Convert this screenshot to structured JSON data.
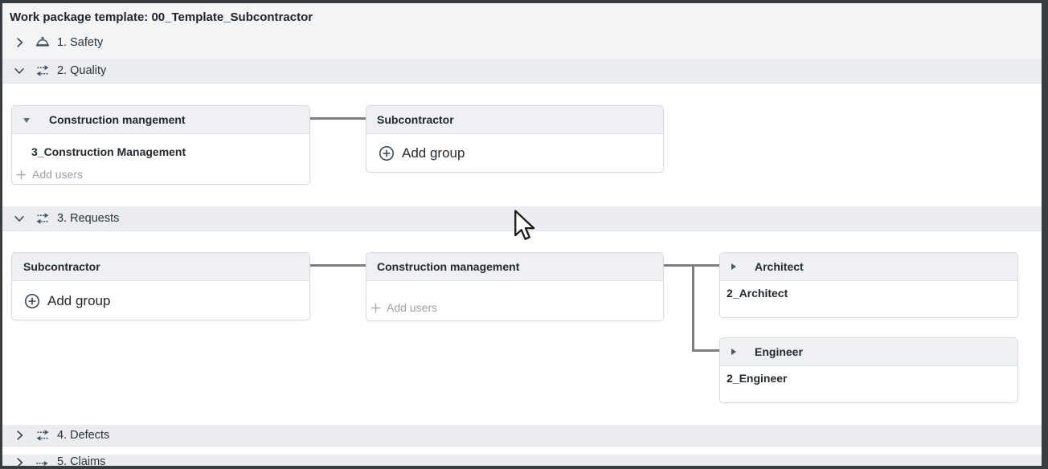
{
  "title_bar": {
    "title": "Work package template: 00_Template_Subcontractor"
  },
  "sections": {
    "safety": {
      "label": "1. Safety",
      "state": "collapsed",
      "icon": "hard-hat-icon"
    },
    "quality": {
      "label": "2. Quality",
      "state": "expanded",
      "icon": "workflow-arrows-icon"
    },
    "requests": {
      "label": "3. Requests",
      "state": "expanded",
      "icon": "workflow-arrows-icon"
    },
    "defects": {
      "label": "4. Defects",
      "state": "collapsed",
      "icon": "workflow-arrows-icon"
    },
    "claims": {
      "label": "5. Claims",
      "state": "collapsed",
      "icon": "dotted-arrow-right-icon"
    }
  },
  "quality_flow": {
    "construction": {
      "title": "Construction mangement",
      "group_name": "3_Construction Management",
      "add_users": "Add users"
    },
    "subcontractor": {
      "title": "Subcontractor",
      "add_group": "Add group"
    }
  },
  "requests_flow": {
    "subcontractor": {
      "title": "Subcontractor",
      "add_group": "Add group"
    },
    "construction": {
      "title": "Construction management",
      "add_users": "Add users"
    },
    "architect": {
      "title": "Architect",
      "group_name": "2_Architect"
    },
    "engineer": {
      "title": "Engineer",
      "group_name": "2_Engineer"
    }
  },
  "colors": {
    "frame_border": "#3a3d3f",
    "top_band_bg": "#f3f4f6",
    "section_row_bg": "#ebedf0",
    "card_header_bg": "#eef0f3",
    "card_border": "#d9dcdf",
    "connector": "#7e7e7e",
    "text_primary": "#24292d",
    "text_muted": "#9ba1a7",
    "icon": "#46555f"
  }
}
